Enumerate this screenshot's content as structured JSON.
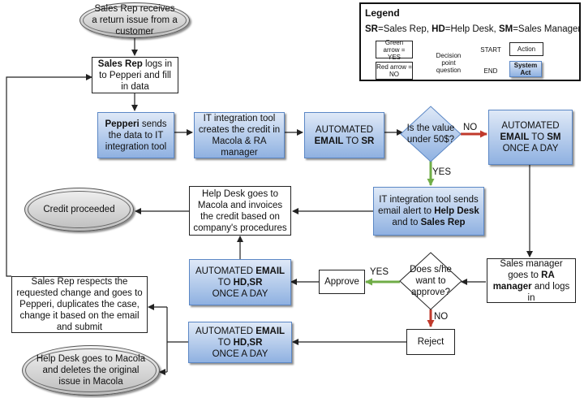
{
  "legend": {
    "title": "Legend",
    "sr_abbr": "SR",
    "sr_text": "=Sales Rep, ",
    "hd_abbr": "HD",
    "hd_text": "=Help Desk, ",
    "sm_abbr": "SM",
    "sm_text": "=Sales Manager",
    "green_arrow": "Green arrow = YES",
    "red_arrow": "Red arrow = NO",
    "decision": "Decision point question",
    "start": "START",
    "end": "END",
    "action": "Action",
    "system_act": "System Act"
  },
  "nodes": {
    "start": "Sales Rep receives a return issue from a customer",
    "login_bold": "Sales Rep",
    "login_rest": " logs in to Pepperi and fill in data",
    "pepperi_bold": "Pepperi",
    "pepperi_rest": " sends the data to IT integration tool",
    "it_tool": "IT integration tool creates the credit in Macola & RA manager",
    "email_sr_pre": "AUTOMATED ",
    "email_sr_bold": "EMAIL",
    "email_sr_mid": " TO ",
    "email_sr_bold2": "SR",
    "decision_value": "Is the value under 50$?",
    "email_sm_pre": "AUTOMATED",
    "email_sm_bold": "EMAIL",
    "email_sm_mid": " TO ",
    "email_sm_bold2": "SM",
    "email_sm_post": "ONCE A DAY",
    "it_alert_pre": "IT integration tool  sends email alert to ",
    "it_alert_bold1": "Help Desk",
    "it_alert_mid": " and to ",
    "it_alert_bold2": "Sales Rep",
    "hd_invoice": "Help Desk goes to Macola and invoices the credit based on company's procedures",
    "credit_proceeded": "Credit proceeded",
    "sm_login_pre": "Sales manager goes to ",
    "sm_login_bold": "RA manager",
    "sm_login_post": " and logs in",
    "decision_approve": "Does s/he want to approve?",
    "approve": "Approve",
    "email_hdsr1_pre": "AUTOMATED ",
    "email_hdsr1_bold": "EMAIL",
    "email_hdsr1_mid": " TO ",
    "email_hdsr1_bold2": "HD,SR",
    "email_hdsr1_post": "ONCE A DAY",
    "sr_duplicate": "Sales Rep respects the requested change and goes to Pepperi, duplicates the case, change it based on the email and submit",
    "reject": "Reject",
    "email_hdsr2_pre": "AUTOMATED ",
    "email_hdsr2_bold": "EMAIL",
    "email_hdsr2_mid": " TO ",
    "email_hdsr2_bold2": "HD,SR",
    "email_hdsr2_post": "ONCE A DAY",
    "hd_delete": "Help Desk goes to Macola and deletes the original issue in Macola"
  },
  "labels": {
    "no1": "NO",
    "yes1": "YES",
    "yes2": "YES",
    "no2": "NO"
  },
  "colors": {
    "yes_arrow": "#70ad47",
    "no_arrow": "#c0392b",
    "line": "#222222"
  }
}
